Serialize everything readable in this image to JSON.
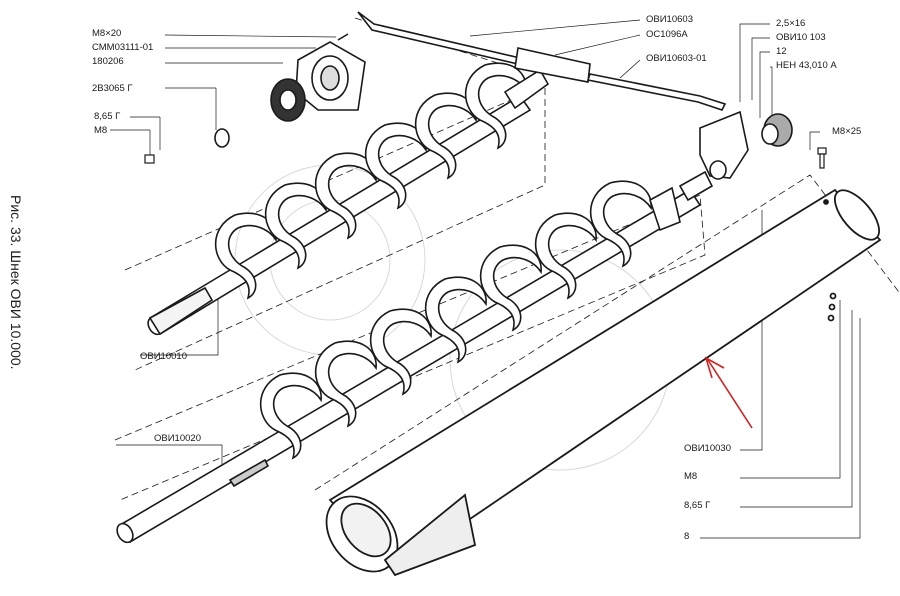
{
  "caption": "Рис. 33. Шнек ОВИ 10.000.",
  "labels": {
    "m8x20": "М8×20",
    "smm": "СММ03111-01",
    "b180206": "180206",
    "washer_2b": "2В3065 Г",
    "nut_865_top": "8,65 Г",
    "m8_top": "М8",
    "ovi10010": "ОВИ10010",
    "ovi10020": "ОВИ10020",
    "ovi10603": "ОВИ10603",
    "oc1096a": "ОС1096А",
    "ovi10603_01": "ОВИ10603-01",
    "pin_25x16": "2,5×16",
    "ovi10103": "ОВИ10 103",
    "n12": "12",
    "nen": "НЕН 43,010 А",
    "m8x25": "М8×25",
    "ovi10030": "ОВИ10030",
    "m8_bottom": "М8",
    "nut_865_bottom": "8,65 Г",
    "n8": "8"
  },
  "colors": {
    "ink": "#1a1a1a",
    "arrow": "#d42020"
  }
}
